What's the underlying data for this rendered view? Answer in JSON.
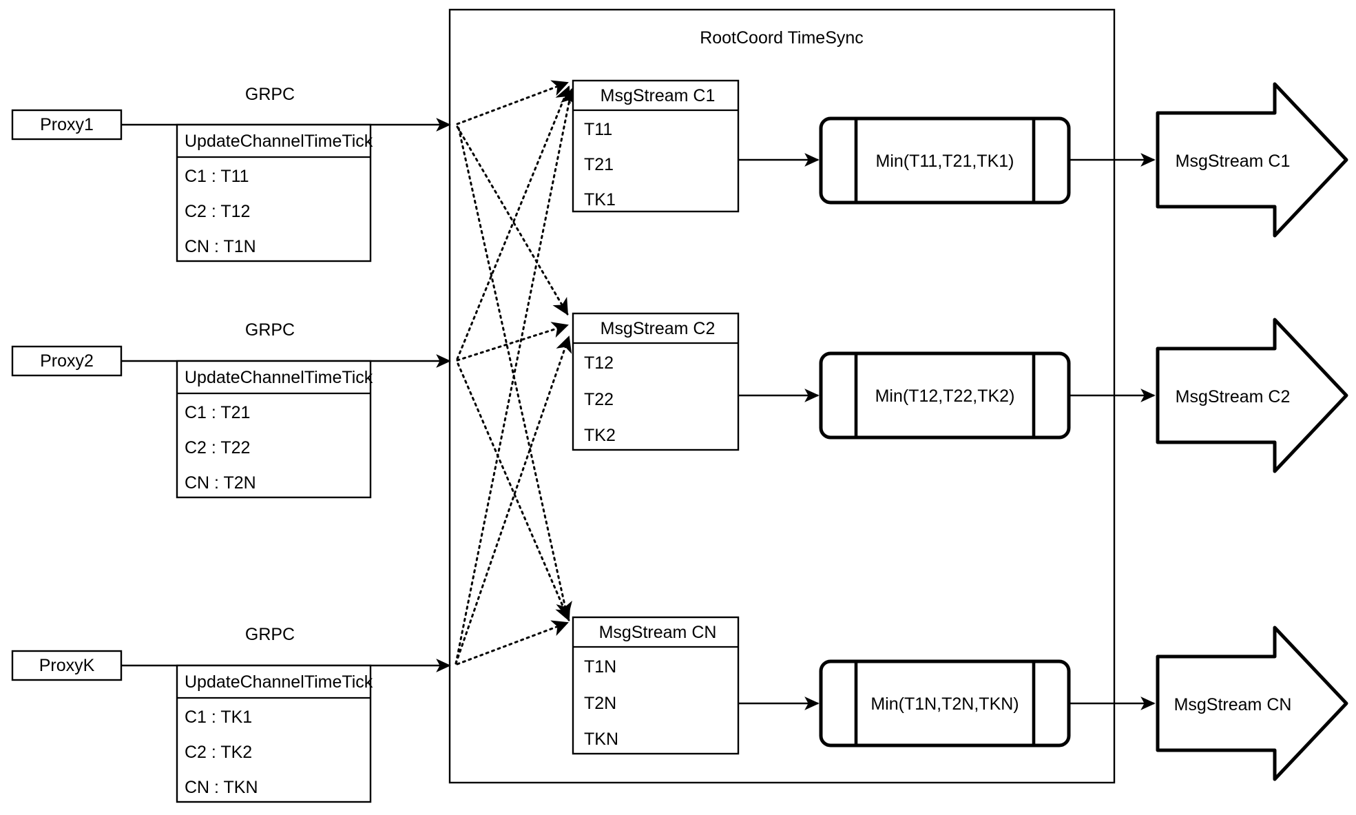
{
  "diagram": {
    "container_title": "RootCoord TimeSync",
    "proxies": [
      {
        "name": "Proxy1",
        "link_label": "GRPC",
        "request_header": "UpdateChannelTimeTick",
        "rows": [
          "C1 :  T11",
          "C2 :  T12",
          "CN : T1N"
        ]
      },
      {
        "name": "Proxy2",
        "link_label": "GRPC",
        "request_header": "UpdateChannelTimeTick",
        "rows": [
          "C1 :  T21",
          "C2 :  T22",
          "CN : T2N"
        ]
      },
      {
        "name": "ProxyK",
        "link_label": "GRPC",
        "request_header": "UpdateChannelTimeTick",
        "rows": [
          "C1 :  TK1",
          "C2 :  TK2",
          "CN : TKN"
        ]
      }
    ],
    "channels": [
      {
        "stream_header": "MsgStream C1",
        "stream_rows": [
          "T11",
          "T21",
          "TK1"
        ],
        "min_label": "Min(T11,T21,TK1)",
        "output_label": "MsgStream C1"
      },
      {
        "stream_header": "MsgStream C2",
        "stream_rows": [
          "T12",
          "T22",
          "TK2"
        ],
        "min_label": "Min(T12,T22,TK2)",
        "output_label": "MsgStream C2"
      },
      {
        "stream_header": "MsgStream CN",
        "stream_rows": [
          "T1N",
          "T2N",
          "TKN"
        ],
        "min_label": "Min(T1N,T2N,TKN)",
        "output_label": "MsgStream CN"
      }
    ],
    "colors": {
      "stroke": "#000000",
      "fill": "#ffffff"
    }
  }
}
